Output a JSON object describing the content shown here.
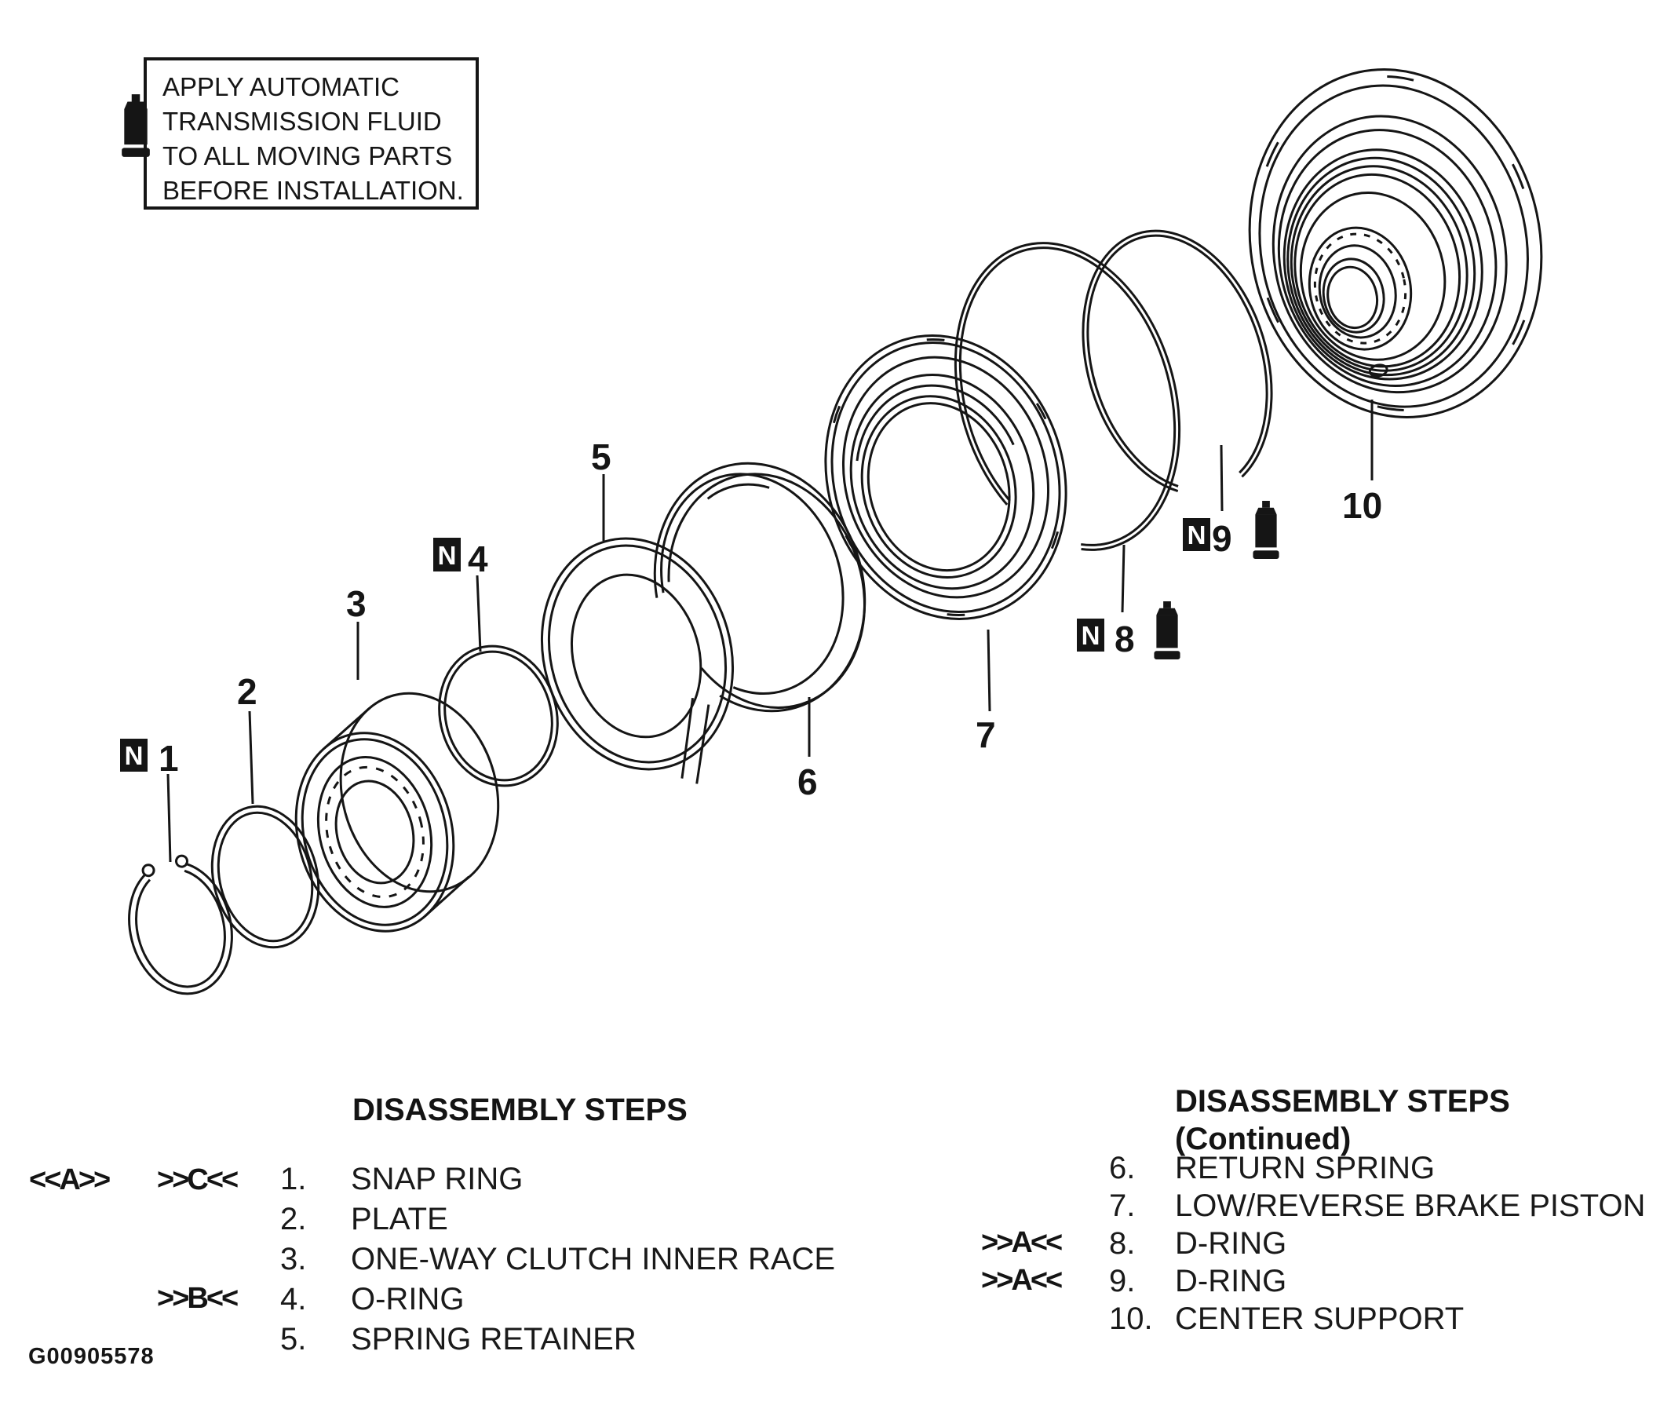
{
  "note_box": {
    "lines": {
      "l1": "APPLY AUTOMATIC",
      "l2": "TRANSMISSION FLUID",
      "l3": "TO ALL MOVING PARTS",
      "l4": "BEFORE INSTALLATION."
    }
  },
  "diagram": {
    "n_letter": "N",
    "callouts": {
      "c1": "1",
      "c2": "2",
      "c3": "3",
      "c4": "4",
      "c5": "5",
      "c6": "6",
      "c7": "7",
      "c8": "8",
      "c9": "9",
      "c10": "10"
    },
    "part_names": {
      "p1": "snap ring",
      "p2": "plate",
      "p3": "one-way clutch inner race",
      "p4": "o-ring",
      "p5": "spring retainer",
      "p6": "return spring",
      "p7": "low/reverse brake piston",
      "p8": "d-ring",
      "p9": "d-ring",
      "p10": "center support"
    },
    "colors": {
      "ink": "#151515",
      "paper": "#ffffff"
    }
  },
  "left_list": {
    "title": "DISASSEMBLY STEPS",
    "items": [
      {
        "marker_a": "<<A>>",
        "marker_b": ">>C<<",
        "num": "1.",
        "label": "SNAP RING"
      },
      {
        "num": "2.",
        "label": "PLATE"
      },
      {
        "num": "3.",
        "label": "ONE-WAY CLUTCH INNER RACE"
      },
      {
        "marker_b": ">>B<<",
        "num": "4.",
        "label": "O-RING"
      },
      {
        "num": "5.",
        "label": "SPRING RETAINER"
      }
    ]
  },
  "right_list": {
    "title": "DISASSEMBLY STEPS",
    "subtitle": "(Continued)",
    "items": [
      {
        "num": "6.",
        "label": "RETURN SPRING"
      },
      {
        "num": "7.",
        "label": "LOW/REVERSE BRAKE PISTON"
      },
      {
        "marker": ">>A<<",
        "num": "8.",
        "label": "D-RING"
      },
      {
        "marker": ">>A<<",
        "num": "9.",
        "label": "D-RING"
      },
      {
        "num": "10.",
        "label": "CENTER SUPPORT"
      }
    ]
  },
  "footer": {
    "figure_code": "G00905578"
  }
}
